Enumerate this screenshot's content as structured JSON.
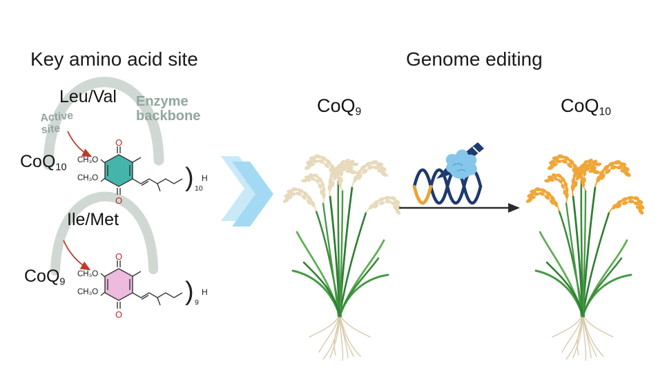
{
  "titles": {
    "left": "Key amino acid site",
    "right": "Genome editing"
  },
  "left_panel": {
    "enzyme_backbone_line1": "Enzyme",
    "enzyme_backbone_line2": "backbone",
    "active_site_line1": "Active",
    "active_site_line2": "site",
    "top": {
      "residue": "Leu/Val",
      "coq": "CoQ",
      "coq_sub": "10",
      "methoxy_top": "CH₃O",
      "methoxy_bottom": "CH₃O",
      "oxygen_top": "O",
      "oxygen_bottom": "O",
      "bracket": ")",
      "chain_sub": "10",
      "chain_end": "H",
      "ring_color": "#45b5ab"
    },
    "bottom": {
      "residue": "Ile/Met",
      "coq": "CoQ",
      "coq_sub": "9",
      "methoxy_top": "CH₃O",
      "methoxy_bottom": "CH₃O",
      "oxygen_top": "O",
      "oxygen_bottom": "O",
      "bracket": ")",
      "chain_sub": "9",
      "chain_end": "H",
      "ring_color": "#eebade"
    }
  },
  "right_panel": {
    "before": {
      "coq": "CoQ",
      "sub": "9",
      "panicle_color": "#e7dabb"
    },
    "after": {
      "coq": "CoQ",
      "sub": "10",
      "panicle_color": "#efa636"
    }
  },
  "colors": {
    "backbone_arc": "#cfd8d3",
    "backbone_text": "#8fa79c",
    "active_site_text": "#95a49e",
    "red_arrow": "#c0392b",
    "chevron": "#a4d9f4",
    "chevron_back": "#c9e9f9",
    "dna": "#1e3a6e",
    "dna_highlight": "#f0a330",
    "hand": "#85c6ea",
    "pen": "#1e3a6e",
    "transition_arrow": "#2b2b2b",
    "leaf_green_dark": "#2e7d32",
    "leaf_green_mid": "#459a43",
    "leaf_green_light": "#5fae54",
    "root": "#d8c9ab",
    "bond": "#333333",
    "oxygen_text": "#b0272a"
  }
}
